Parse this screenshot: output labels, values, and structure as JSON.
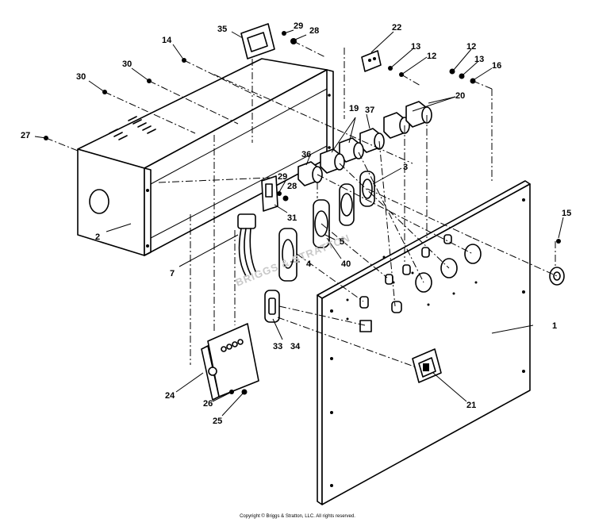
{
  "diagram": {
    "watermark": "BRIGGS & STRATTON",
    "copyright": "Copyright © Briggs & Stratton, LLC. All rights reserved.",
    "callouts": {
      "c1": "1",
      "c2": "2",
      "c3": "3",
      "c4": "4",
      "c5": "5",
      "c7": "7",
      "c12a": "12",
      "c12b": "12",
      "c13a": "13",
      "c13b": "13",
      "c14": "14",
      "c15": "15",
      "c16": "16",
      "c19": "19",
      "c20": "20",
      "c21": "21",
      "c22": "22",
      "c24": "24",
      "c25": "25",
      "c26": "26",
      "c27": "27",
      "c28a": "28",
      "c28b": "28",
      "c29a": "29",
      "c29b": "29",
      "c30a": "30",
      "c30b": "30",
      "c31": "31",
      "c33": "33",
      "c34": "34",
      "c35": "35",
      "c36": "36",
      "c37": "37",
      "c40": "40"
    }
  }
}
